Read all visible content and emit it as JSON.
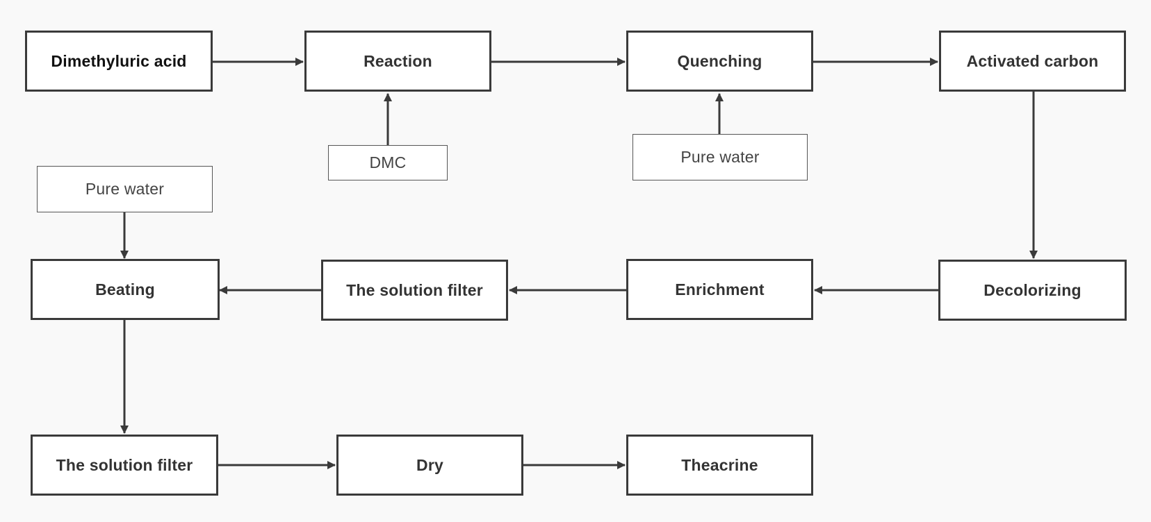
{
  "diagram": {
    "nodes": {
      "dimethyluric_acid": "Dimethyluric acid",
      "reaction": "Reaction",
      "quenching": "Quenching",
      "activated_carbon": "Activated carbon",
      "dmc": "DMC",
      "pure_water_quench": "Pure water",
      "pure_water_beat": "Pure water",
      "beating": "Beating",
      "filter_1": "The solution filter",
      "enrichment": "Enrichment",
      "decolorizing": "Decolorizing",
      "filter_2": "The solution filter",
      "dry": "Dry",
      "theacrine": "Theacrine"
    },
    "edges": [
      [
        "dimethyluric_acid",
        "reaction"
      ],
      [
        "dmc",
        "reaction"
      ],
      [
        "reaction",
        "quenching"
      ],
      [
        "pure_water_quench",
        "quenching"
      ],
      [
        "quenching",
        "activated_carbon"
      ],
      [
        "activated_carbon",
        "decolorizing"
      ],
      [
        "decolorizing",
        "enrichment"
      ],
      [
        "enrichment",
        "filter_1"
      ],
      [
        "filter_1",
        "beating"
      ],
      [
        "pure_water_beat",
        "beating"
      ],
      [
        "beating",
        "filter_2"
      ],
      [
        "filter_2",
        "dry"
      ],
      [
        "dry",
        "theacrine"
      ]
    ],
    "colors": {
      "background": "#f9f9f9",
      "box_fill": "#ffffff",
      "line": "#3a3a3a",
      "text": "#333333"
    }
  }
}
